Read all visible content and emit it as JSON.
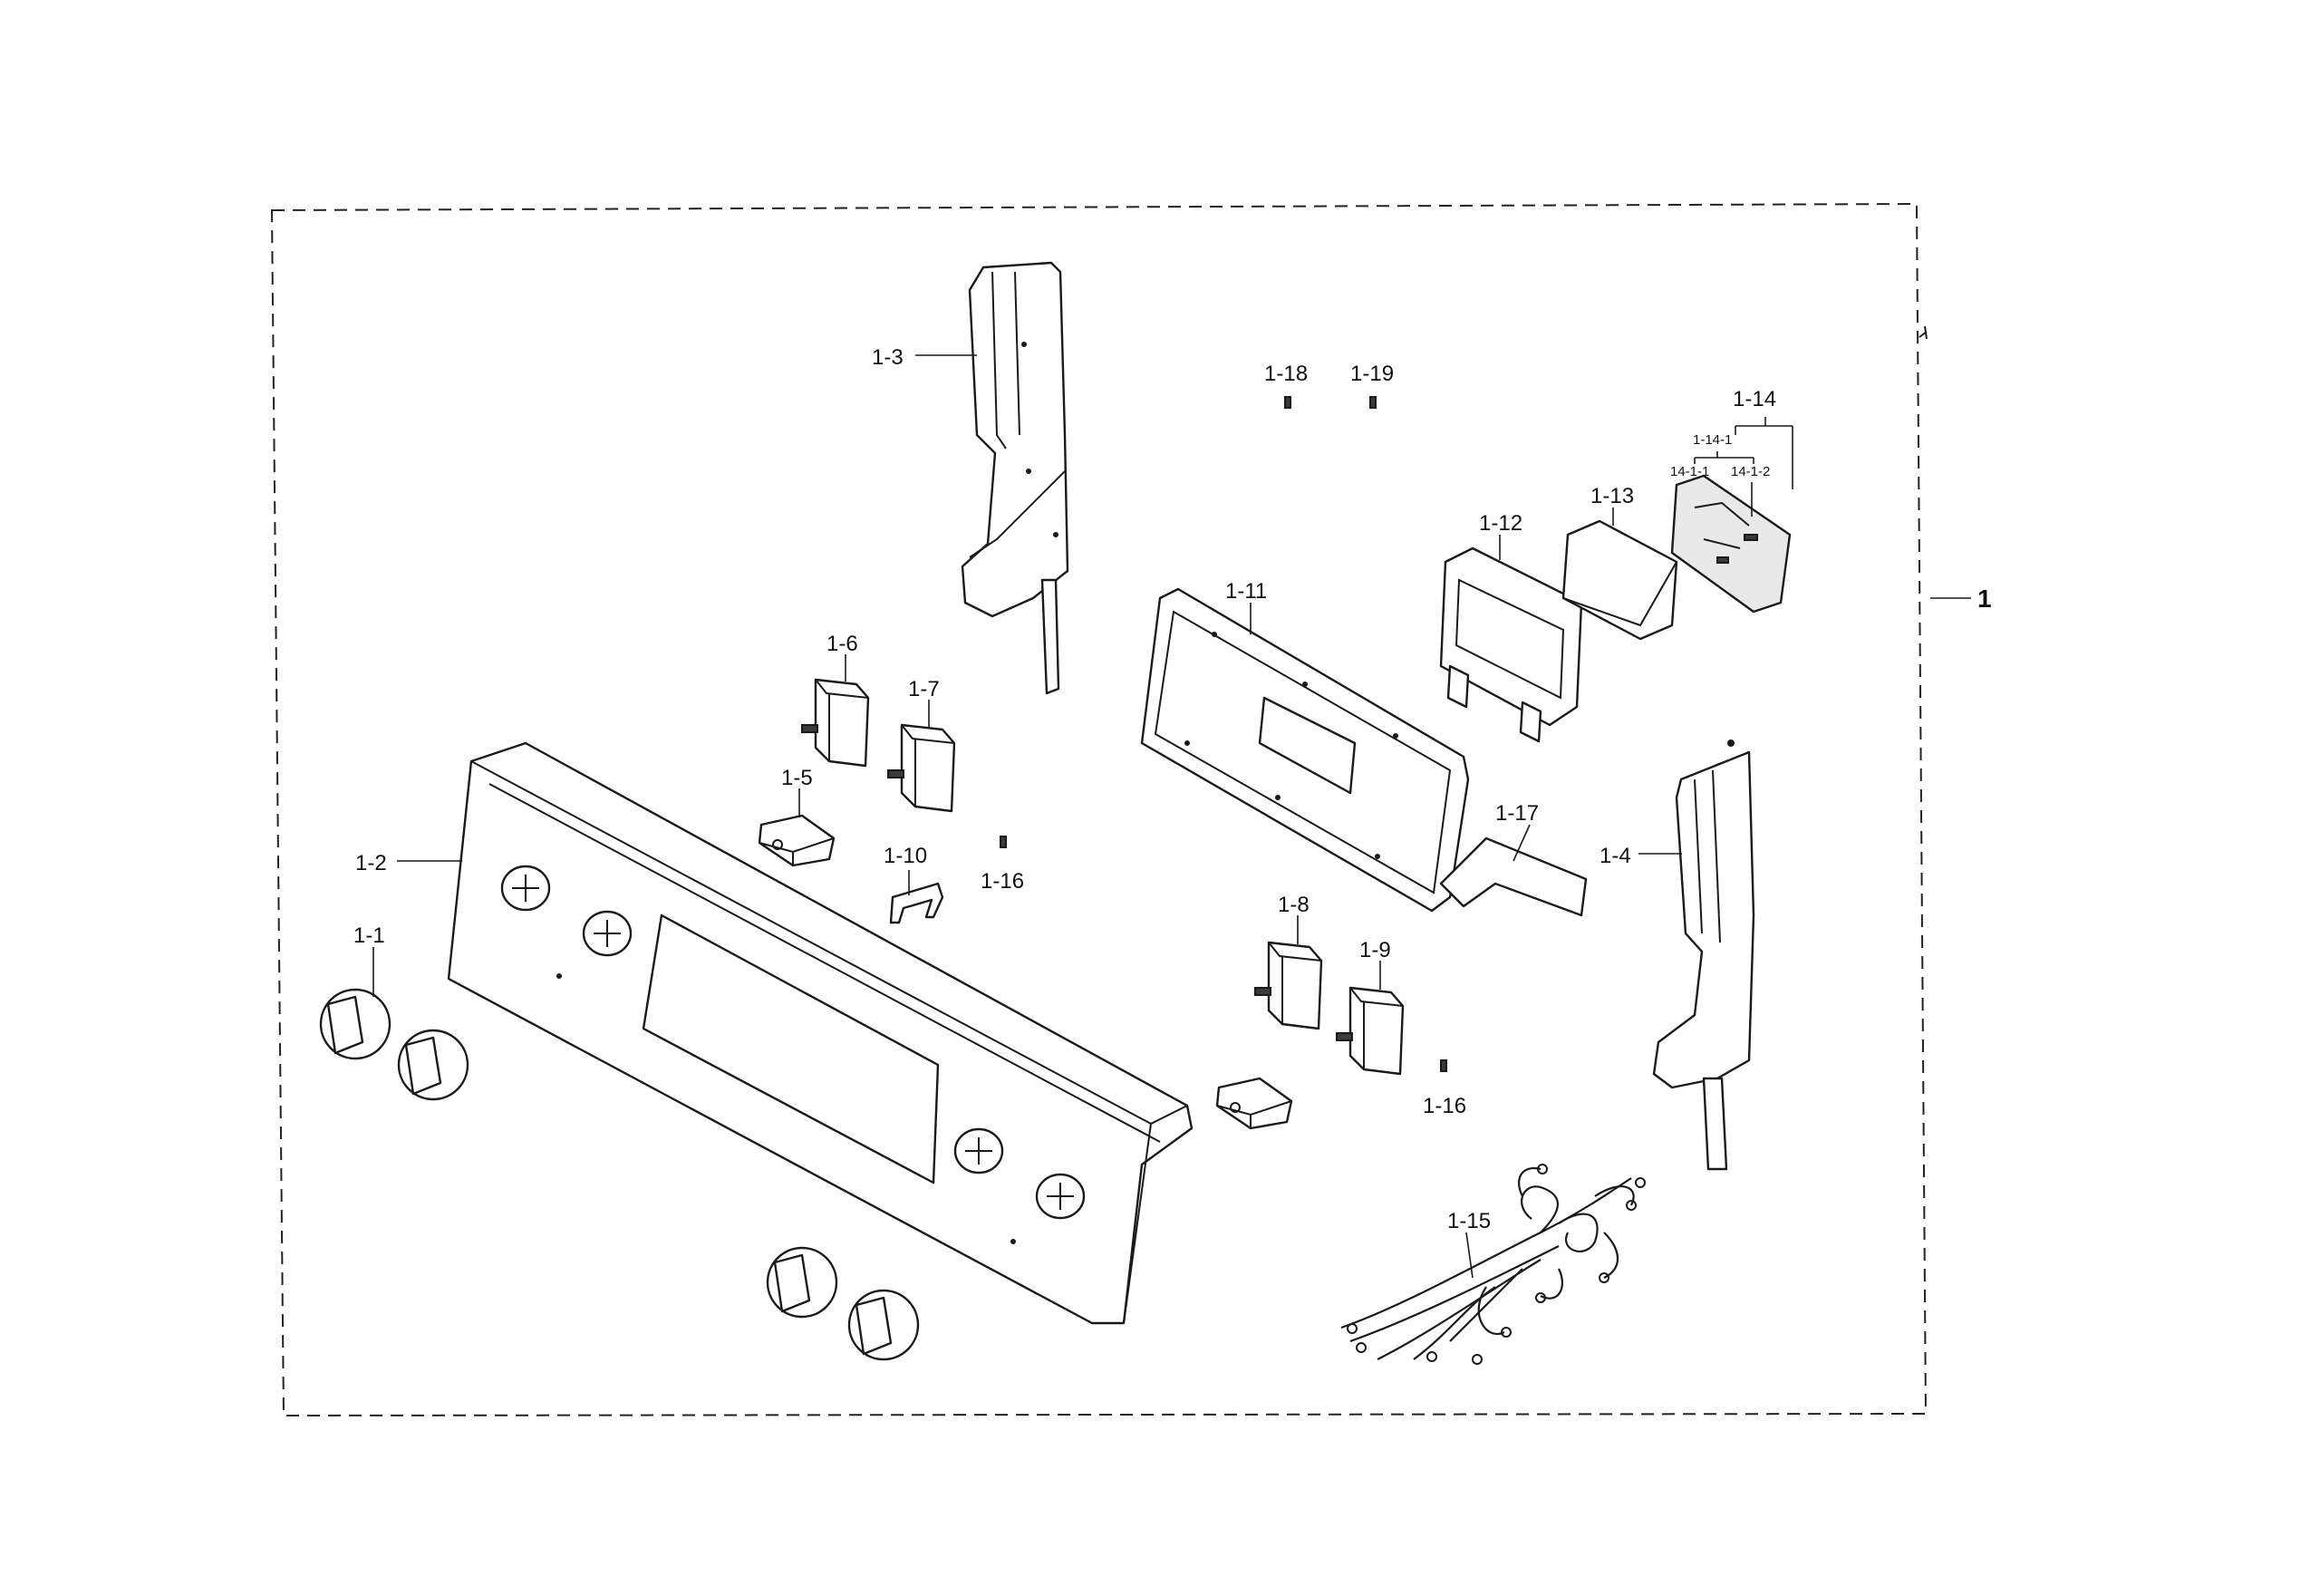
{
  "assembly_label": "1",
  "callouts": {
    "c1_1": "1-1",
    "c1_2": "1-2",
    "c1_3": "1-3",
    "c1_4": "1-4",
    "c1_5": "1-5",
    "c1_6": "1-6",
    "c1_7": "1-7",
    "c1_8": "1-8",
    "c1_9": "1-9",
    "c1_10": "1-10",
    "c1_11": "1-11",
    "c1_12": "1-12",
    "c1_13": "1-13",
    "c1_14": "1-14",
    "c1_14_1": "1-14-1",
    "c14_1_1": "14-1-1",
    "c14_1_2": "14-1-2",
    "c1_15": "1-15",
    "c1_16a": "1-16",
    "c1_16b": "1-16",
    "c1_17": "1-17",
    "c1_18": "1-18",
    "c1_19": "1-19"
  }
}
